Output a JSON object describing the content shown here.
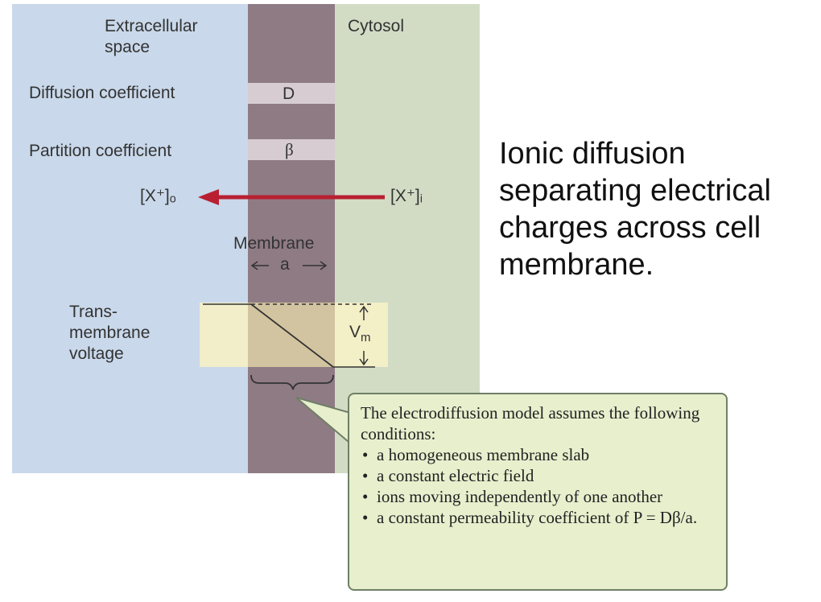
{
  "regions": {
    "extracellular_label": "Extracellular space",
    "cytosol_label": "Cytosol"
  },
  "rows": {
    "diffusion_label": "Diffusion coefficient",
    "diffusion_symbol": "D",
    "partition_label": "Partition coefficient",
    "partition_symbol": "β"
  },
  "ions": {
    "outside_label": "[X⁺]ₒ",
    "inside_label": "[X⁺]ᵢ"
  },
  "membrane": {
    "label": "Membrane",
    "width_symbol": "a"
  },
  "voltage": {
    "label": "Trans- membrane voltage",
    "symbol": "V",
    "subscript": "m"
  },
  "caption": "Ionic diffusion separating electrical charges across cell membrane.",
  "callout": {
    "intro": "The electrodiffusion model assumes the following conditions:",
    "items": [
      "a homogeneous membrane slab",
      "a constant electric field",
      "ions moving independently of one another",
      "a constant permeability coefficient of P = Dβ/a."
    ]
  },
  "colors": {
    "extracellular": "#c9d8ea",
    "membrane": "#8f7b84",
    "cytosol": "#d2dcc5",
    "arrow": "#b82032",
    "voltage_box": "#f6f1c6",
    "callout_bg": "#e7efcd"
  }
}
